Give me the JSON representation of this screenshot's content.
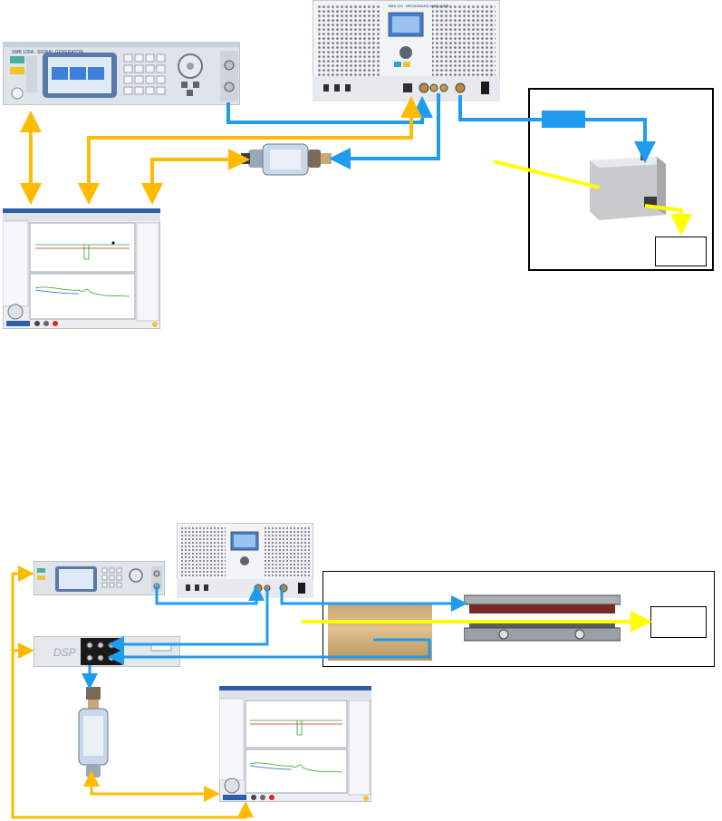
{
  "colors": {
    "signal_rf": "#1f9bef",
    "control": "#ffbb00",
    "beam": "#ffff00",
    "frame": "#000000",
    "instrument_panel": "#e9edf1",
    "display_blue": "#3f7fd9"
  },
  "setup_top": {
    "signal_generator_front_text": "SMB 100A · SIGNAL GENERATOR",
    "amplifier_front_text": "BBA 100 · BROADBAND AMPLIFIER",
    "software_window": "EMC analysis software",
    "dut_icons": [
      "signal-generator-icon",
      "amplifier-icon",
      "power-sensor-icon",
      "software-window-icon",
      "cavity-icon",
      "load-box-icon"
    ]
  },
  "setup_bottom": {
    "dsp_label": "DSP",
    "dut_icons": [
      "signal-generator-icon",
      "amplifier-icon",
      "dsp-unit-icon",
      "power-sensor-icon",
      "software-window-icon",
      "beam-structure-icon",
      "load-box-icon"
    ]
  }
}
